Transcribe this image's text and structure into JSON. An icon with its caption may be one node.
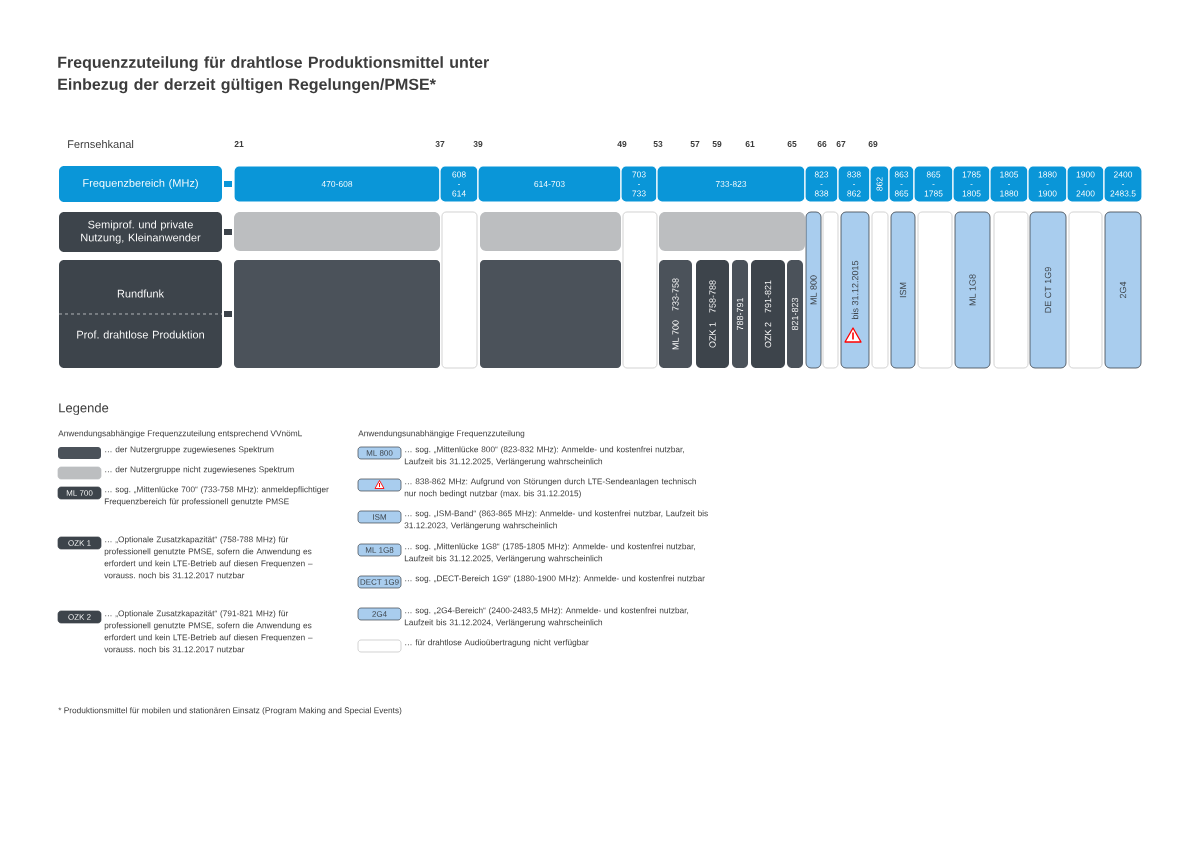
{
  "diagram": {
    "title": "Frequenzzuteilung für drahtlose Produktionsmittel unter Einbezug der derzeit gültigen Regelungen/PMSE*",
    "nodes": [
      {
        "text": [
          "Frequenzbereich (MHz)"
        ]
      },
      {
        "text": [
          "Semiprof. und private Nutzung, Kleinanwender"
        ]
      },
      {
        "text": [
          "Rundfunk",
          "Prof. drahtlose Produktion"
        ]
      },
      {
        "text": [
          "470-608"
        ]
      },
      {
        "text": [
          "608 - 614"
        ]
      },
      {
        "text": [
          "614-703"
        ]
      },
      {
        "text": [
          "703 - 733"
        ]
      },
      {
        "text": [
          "733-823"
        ]
      },
      {
        "text": [
          "823 - 838"
        ]
      },
      {
        "text": [
          "838 - 862"
        ]
      },
      {
        "text": [
          "862"
        ]
      },
      {
        "text": [
          "863 - 865"
        ]
      },
      {
        "text": [
          "865 - 1785"
        ]
      },
      {
        "text": [
          "1785 - 1805"
        ]
      },
      {
        "text": [
          "1805 - 1880"
        ]
      },
      {
        "text": [
          "1880 - 1900"
        ]
      },
      {
        "text": [
          "1900 - 2400"
        ]
      },
      {
        "text": [
          "2400 - 2483.5"
        ]
      },
      {
        "text": [],
        "shape": "bar"
      },
      {
        "text": [],
        "shape": "box"
      },
      {
        "text": [],
        "shape": "box"
      },
      {
        "text": [],
        "shape": "bar"
      },
      {
        "text": [],
        "shape": "box"
      },
      {
        "text": [],
        "shape": "box"
      },
      {
        "text": [],
        "shape": "bar"
      },
      {
        "text": [
          "ML 700",
          "733-758"
        ]
      },
      {
        "text": [
          "OZK 1",
          "758-788"
        ]
      },
      {
        "text": [
          "788-791"
        ]
      },
      {
        "text": [
          "OZK 2",
          "791-821"
        ]
      },
      {
        "text": [
          "821-823"
        ]
      },
      {
        "text": [
          "ML 800"
        ]
      },
      {
        "text": [],
        "shape": "box"
      },
      {
        "text": [
          "bis 31.12.2015"
        ]
      },
      {
        "text": [],
        "shape": "box"
      },
      {
        "text": [
          "ISM"
        ]
      },
      {
        "text": [],
        "shape": "box"
      },
      {
        "text": [
          "ML 1G8"
        ]
      },
      {
        "text": [],
        "shape": "box"
      },
      {
        "text": [
          "DE CT 1G9"
        ]
      },
      {
        "text": [],
        "shape": "box"
      },
      {
        "text": [
          "2G4"
        ]
      }
    ],
    "labels": [
      "Fernsehkanal",
      "21",
      "37",
      "39",
      "49",
      "53",
      "57",
      "59",
      "61",
      "65",
      "66",
      "67",
      "69",
      "Legende",
      "Anwendungsabhängige Frequenzzuteilung entsprechend VVnömL",
      "ML 700",
      "OZK 1",
      "OZK 2",
      "Anwendungsunabhängige Frequenzzuteilung",
      "ML 800",
      "ISM",
      "ML 1G8",
      "DECT 1G9",
      "2G4",
      "* Produktionsmittel für mobilen und stationären Einsatz (Program Making and Special Events)"
    ],
    "legend": [
      {
        "text": "… der Nutzergruppe zugewiesenes Spektrum"
      },
      {
        "text": "… der Nutzergruppe nicht zugewiesenes Spektrum",
        "color": "#bcbec0"
      },
      {
        "text": "… sog. „Mittenlücke 700“ (733-758 MHz): anmeldepflichtiger Frequenzbereich für professionell genutzte PMSE",
        "color": "#3d444b"
      },
      {
        "text": "… „Optionale Zusatzkapazität“ (758-788 MHz) für professionell genutzte PMSE, sofern die Anwendung es erfordert und kein LTE-Betrieb auf diesen Frequenzen – vorauss. noch bis 31.12.2017 nutzbar",
        "color": "#3d444b"
      },
      {
        "text": "… „Optionale Zusatzkapazität“ (791-821 MHz) für professionell genutzte PMSE, sofern die Anwendung es erfordert und kein LTE-Betrieb auf diesen Frequenzen – vorauss. noch bis 31.12.2017 nutzbar",
        "color": "#3d444b"
      },
      {
        "text": "… sog. „Mittenlücke 800“ (823-832 MHz): Anmelde- und kostenfrei nutzbar, Laufzeit bis 31.12.2025, Verlängerung wahrscheinlich",
        "color": "#a9cdee"
      },
      {
        "text": "… 838-862 MHz: Aufgrund von Störungen durch LTE-Sendeanlagen technisch nur noch bedingt nutzbar (max. bis 31.12.2015)",
        "color": "#a9cdee"
      },
      {
        "text": "… sog. „ISM-Band“ (863-865 MHz): Anmelde- und kostenfrei nutzbar, Laufzeit bis 31.12.2023, Verlängerung wahrscheinlich",
        "color": "#a9cdee"
      },
      {
        "text": "… sog. „Mittenlücke 1G8“ (1785-1805 MHz): Anmelde- und kostenfrei nutzbar, Laufzeit bis 31.12.2025, Verlängerung wahrscheinlich",
        "color": "#a9cdee"
      },
      {
        "text": "… sog. „DECT-Bereich 1G9“ (1880-1900 MHz): Anmelde- und kostenfrei nutzbar",
        "color": "#a9cdee"
      },
      {
        "text": "… sog. „2G4-Bereich“ (2400-2483,5 MHz): Anmelde- und kostenfrei nutzbar, Laufzeit bis 31.12.2024, Verlängerung wahrscheinlich",
        "color": "#a9cdee"
      },
      {
        "text": "… für drahtlose Audioübertragung nicht verfügbar"
      }
    ]
  }
}
